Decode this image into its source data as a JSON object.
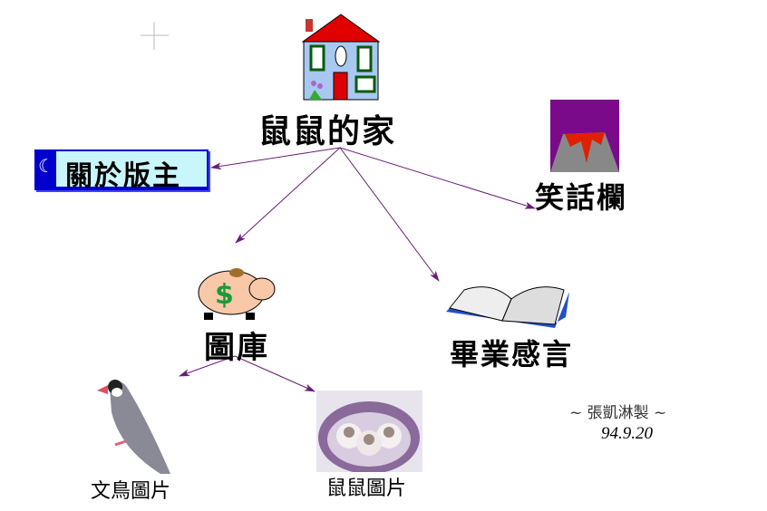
{
  "home": {
    "title": "鼠鼠的家",
    "icon": "house-icon"
  },
  "nodes": {
    "about": {
      "label": "關於版主",
      "icon": "moon-icon"
    },
    "jokes": {
      "label": "笑話欄",
      "icon": "volcano-icon"
    },
    "gallery": {
      "label": "圖庫",
      "icon": "piggy-bank-icon"
    },
    "graduation": {
      "label": "畢業感言",
      "icon": "open-book-icon"
    },
    "bird_pics": {
      "label": "文鳥圖片",
      "icon": "bird-icon"
    },
    "hamster_pics": {
      "label": "鼠鼠圖片",
      "icon": "hamster-photo"
    }
  },
  "credit": {
    "author": "~ 張凱淋製 ~",
    "date": "94.9.20"
  },
  "colors": {
    "arrow": "#6a1b7a",
    "banner_blue": "#0000cc",
    "banner_fill": "#c8f6fa",
    "roof": "#e00000",
    "wall": "#a8c8f0"
  }
}
